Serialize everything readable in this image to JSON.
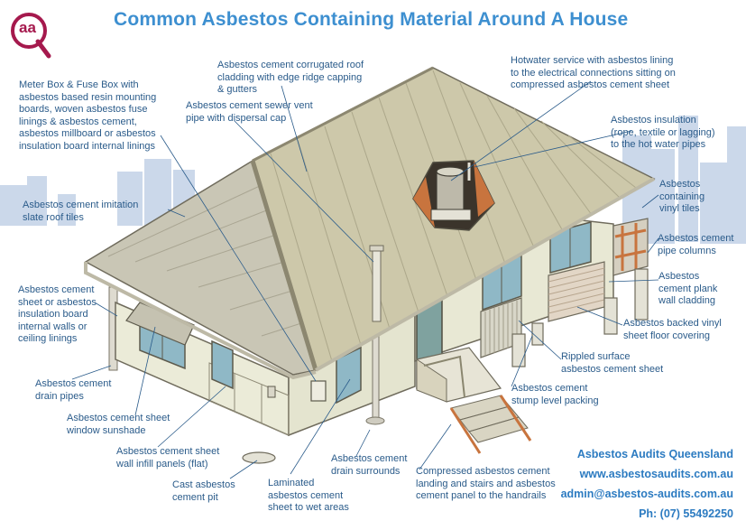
{
  "title": "Common Asbestos Containing Material Around A House",
  "logo_text": "aa",
  "labels": {
    "meter_box": "Meter Box & Fuse Box with\nasbestos based resin mounting\nboards, woven asbestos fuse\nlinings & asbestos cement,\nasbestos millboard or asbestos\ninsulation board internal linings",
    "corrugated_roof": "Asbestos cement corrugated roof\ncladding with edge ridge capping\n& gutters",
    "sewer_vent": "Asbestos cement sewer vent\npipe with dispersal cap",
    "hotwater": "Hotwater service with asbestos lining\nto the electrical connections sitting on\ncompressed asbestos cement sheet",
    "insulation": "Asbestos insulation\n(rope, textile or lagging)\nto the hot water pipes",
    "slate_tiles": "Asbestos cement imitation\nslate roof tiles",
    "vinyl_tiles": "Asbestos\ncontaining\nvinyl tiles",
    "pipe_columns": "Asbestos cement\npipe columns",
    "plank_cladding": "Asbestos\ncement plank\nwall cladding",
    "internal_walls": "Asbestos cement\nsheet or asbestos\ninsulation board\ninternal walls or\nceiling linings",
    "vinyl_floor": "Asbestos backed vinyl\nsheet floor covering",
    "rippled": "Rippled surface\nasbestos cement sheet",
    "drain_pipes": "Asbestos cement\ndrain pipes",
    "stump": "Asbestos cement\nstump level packing",
    "sunshade": "Asbestos cement sheet\nwindow sunshade",
    "infill": "Asbestos cement sheet\nwall infill panels (flat)",
    "drain_surrounds": "Asbestos cement\ndrain surrounds",
    "pit": "Cast asbestos\ncement pit",
    "laminated": "Laminated\nasbestos cement\nsheet to wet areas",
    "landing": "Compressed asbestos cement\nlanding and stairs and asbestos\ncement panel to the handrails"
  },
  "contact": {
    "company": "Asbestos Audits Queensland",
    "website": "www.asbestosaudits.com.au",
    "email": "admin@asbestos-audits.com.au",
    "phone": "Ph: (07) 55492250"
  },
  "colors": {
    "title": "#3d8fd0",
    "label_text": "#2a5b8a",
    "contact_text": "#2c7bc1",
    "skyline": "#c9d6e8",
    "roof": "#c9c4a8",
    "wall": "#eeeee0",
    "stair_timber": "#c8743e",
    "logo": "#a5194d"
  }
}
